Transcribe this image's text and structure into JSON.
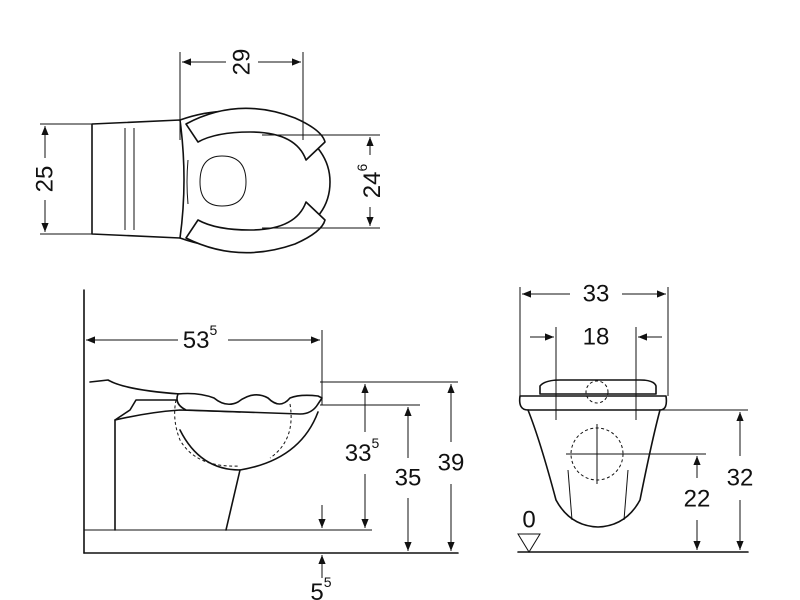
{
  "dimensions": {
    "top_width": "29",
    "top_depth": "25",
    "top_seat": {
      "base": "24",
      "sup": "6"
    },
    "side_length": {
      "base": "53",
      "sup": "5"
    },
    "side_seat_height": {
      "base": "33",
      "sup": "5"
    },
    "side_bowl_height": "35",
    "side_total_height": "39",
    "side_floor_offset": {
      "base": "5",
      "sup": "5"
    },
    "front_width": "33",
    "front_fixing": "18",
    "front_height": "32",
    "front_outlet": "22",
    "front_zero": "0"
  }
}
